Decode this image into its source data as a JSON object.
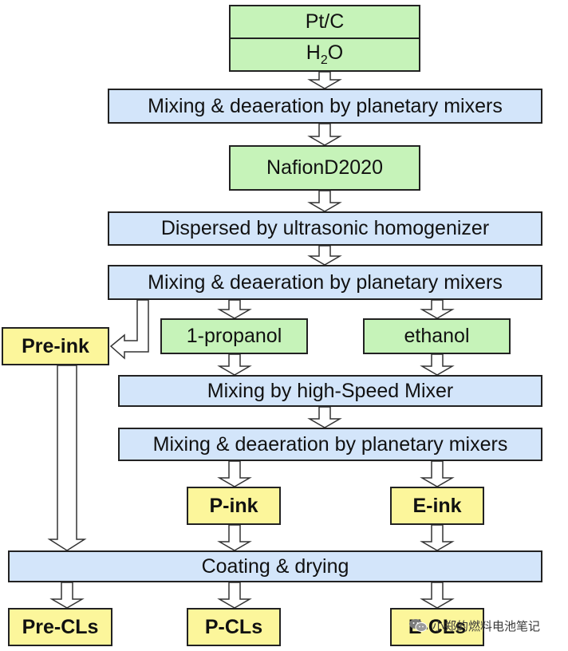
{
  "nodes": {
    "ptc": "Pt/C",
    "h2o_pre": "H",
    "h2o_sub": "2",
    "h2o_post": "O",
    "mix1": "Mixing & deaeration by planetary mixers",
    "nafion": "NafionD2020",
    "ultrasonic": "Dispersed by ultrasonic homogenizer",
    "mix2": "Mixing & deaeration by planetary mixers",
    "propanol": "1-propanol",
    "ethanol": "ethanol",
    "preink": "Pre-ink",
    "highspeed": "Mixing by high-Speed Mixer",
    "mix3": "Mixing & deaeration by planetary mixers",
    "pink": "P-ink",
    "eink": "E-ink",
    "coating": "Coating & drying",
    "precls": "Pre-CLs",
    "pcls": "P-CLs",
    "ecls": "E-CLs"
  },
  "watermark": {
    "text": "小郑的燃料电池笔记",
    "icon": "wechat-icon"
  },
  "colors": {
    "green": "#c6f3b9",
    "blue": "#d3e5fa",
    "yellow": "#fcf69b",
    "border": "#222222"
  }
}
